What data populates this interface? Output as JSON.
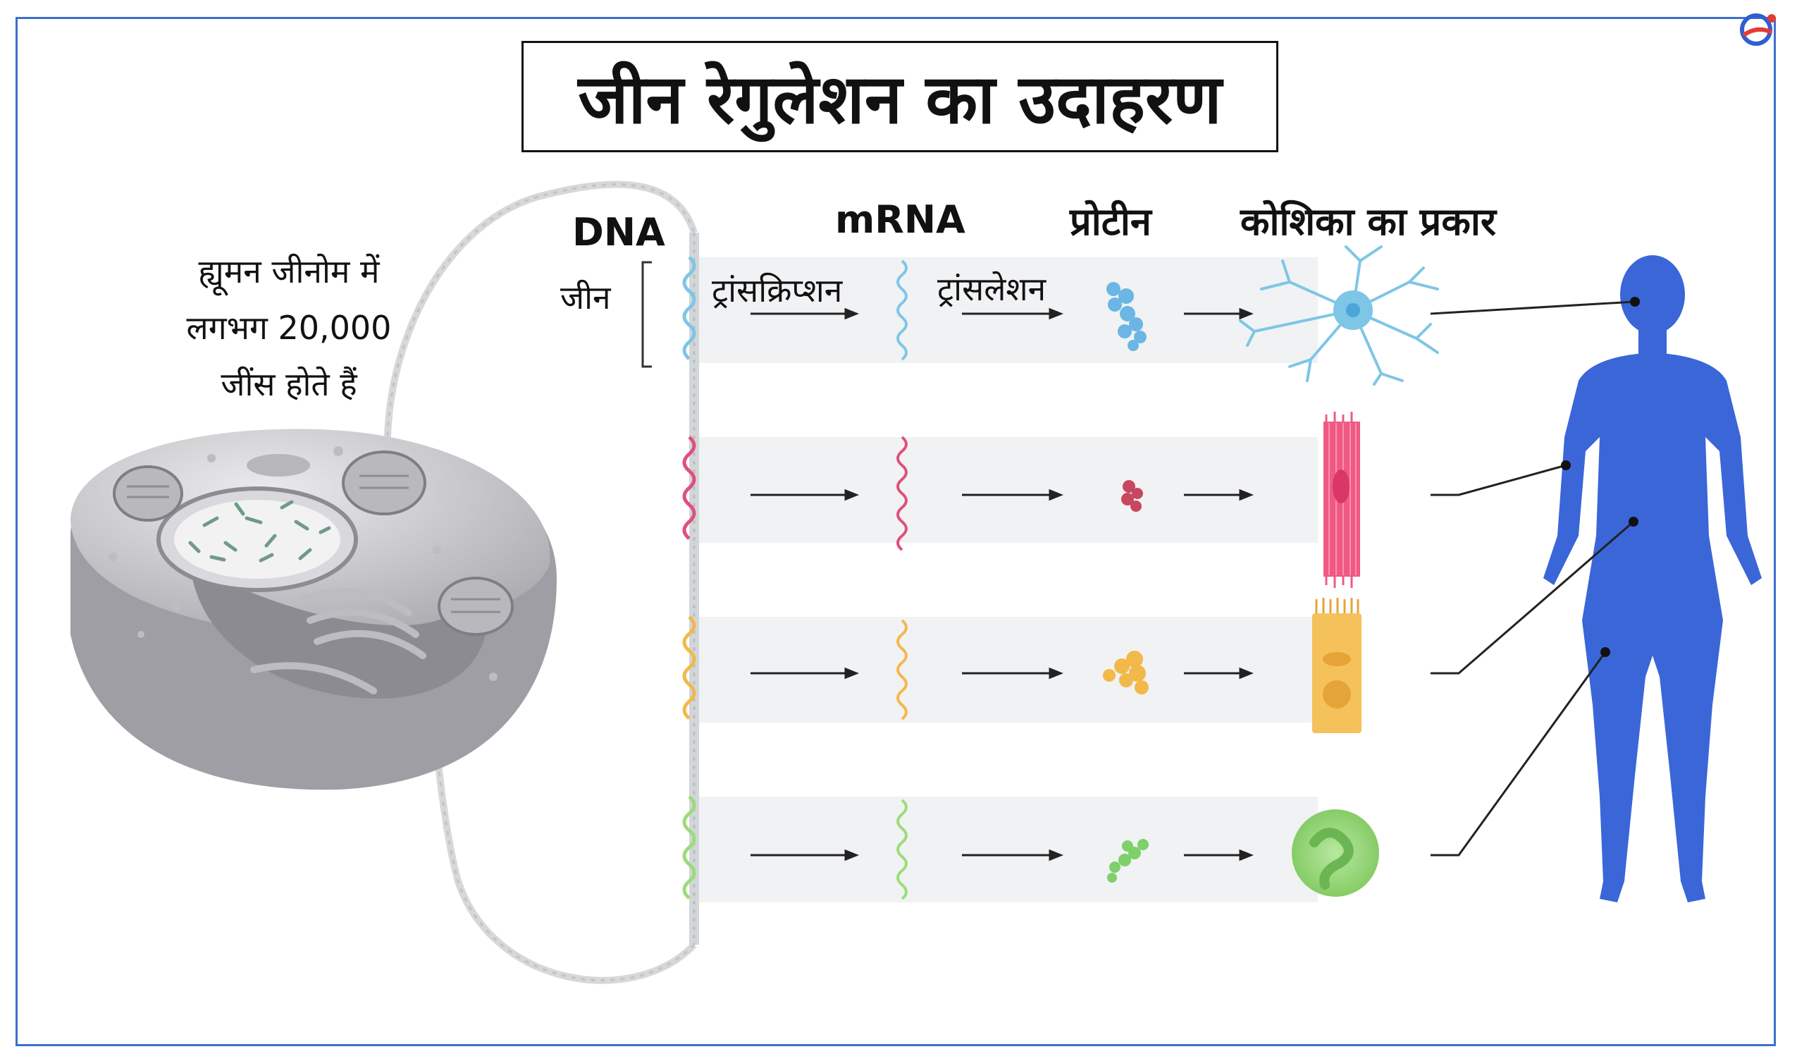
{
  "title": "जीन रेगुलेशन का उदाहरण",
  "genome_text": [
    "ह्यूमन जीनोम में",
    "लगभग 20,000",
    "जींस होते हैं"
  ],
  "dna_label": "DNA",
  "gene_label": "जीन",
  "columns": {
    "mrna": "mRNA",
    "protein": "प्रोटीन",
    "cell_type": "कोशिका का प्रकार"
  },
  "steps": {
    "transcription": "ट्रांसक्रिप्शन",
    "translation": "ट्रांसलेशन"
  },
  "rows": [
    {
      "color": "#7ec6e6",
      "cell": "neuron-cell-icon",
      "body_point": "brain"
    },
    {
      "color": "#e0507a",
      "cell": "muscle-cell-icon",
      "body_point": "arm"
    },
    {
      "color": "#f2b94a",
      "cell": "epithelial-cell-icon",
      "body_point": "abdomen"
    },
    {
      "color": "#9ddc7a",
      "cell": "white-blood-cell-icon",
      "body_point": "leg"
    }
  ],
  "colors": {
    "frame": "#3d6fcf",
    "body": "#3a66d8",
    "band": "#f0f1f3",
    "cell": "#c9c8cc"
  }
}
